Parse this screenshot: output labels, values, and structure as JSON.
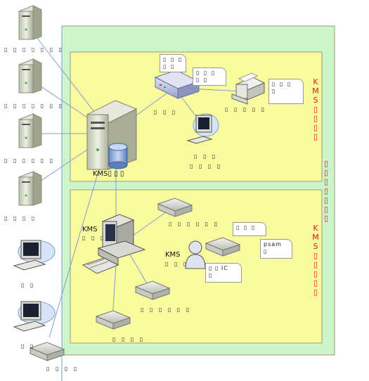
{
  "zones": {
    "upper_red": "KMS▯▯▯▯",
    "lower_red": "KMS▯▯▯▯▯",
    "side_red": "▯▯▯▯▯▯▯"
  },
  "left_column": {
    "server1": "▯ ▯ ▯ ▯ ▯ ▯ ▯",
    "server2": "▯ ▯ ▯ ▯ ▯ ▯ ▯",
    "server3": "▯ ▯ ▯ ▯ ▯ ▯",
    "server4": "▯ ▯ ▯ ▯",
    "pc1": "▯ ▯",
    "pc2": "▯ ▯",
    "device": "▯ ▯ ▯ ▯"
  },
  "upper": {
    "note1": "▯ ▯ ▯\n▯ ▯",
    "note2": "▯ ▯ ▯\n▯ ▯",
    "hub_label": "▯ ▯ ▯",
    "printer_label": "▯ ▯ ▯ ▯ ▯",
    "printer_note": "▯ ▯ ▯\n▯",
    "pc_label1": "▯ ▯ ▯",
    "pc_label2": "▯ ▯ ▯ ▯",
    "server_label": "KMS▯ ▯ ▯"
  },
  "lower": {
    "device_top_label": "▯ ▯ ▯ ▯ ▯ ▯",
    "workstation_label1": "KMS",
    "workstation_label2": "▯ ▯ ▯",
    "user_label1": "KMS",
    "user_label2": "▯ ▯ ▯",
    "user_note": "▯ ▯ ▯",
    "ic_note": "▯ ▯ IC\n▯",
    "psam_note": "psam\n▯",
    "device_mid_label": "▯ ▯ ▯ ▯ ▯ ▯",
    "device_bottom_label": "▯ ▯ ▯ ▯"
  },
  "colors": {
    "outer_zone": "#ccf5cc",
    "inner_zone": "#fafa9e",
    "zone_border": "#9a9a7a",
    "red_text": "#e8171b",
    "line": "#7f9fd0"
  }
}
